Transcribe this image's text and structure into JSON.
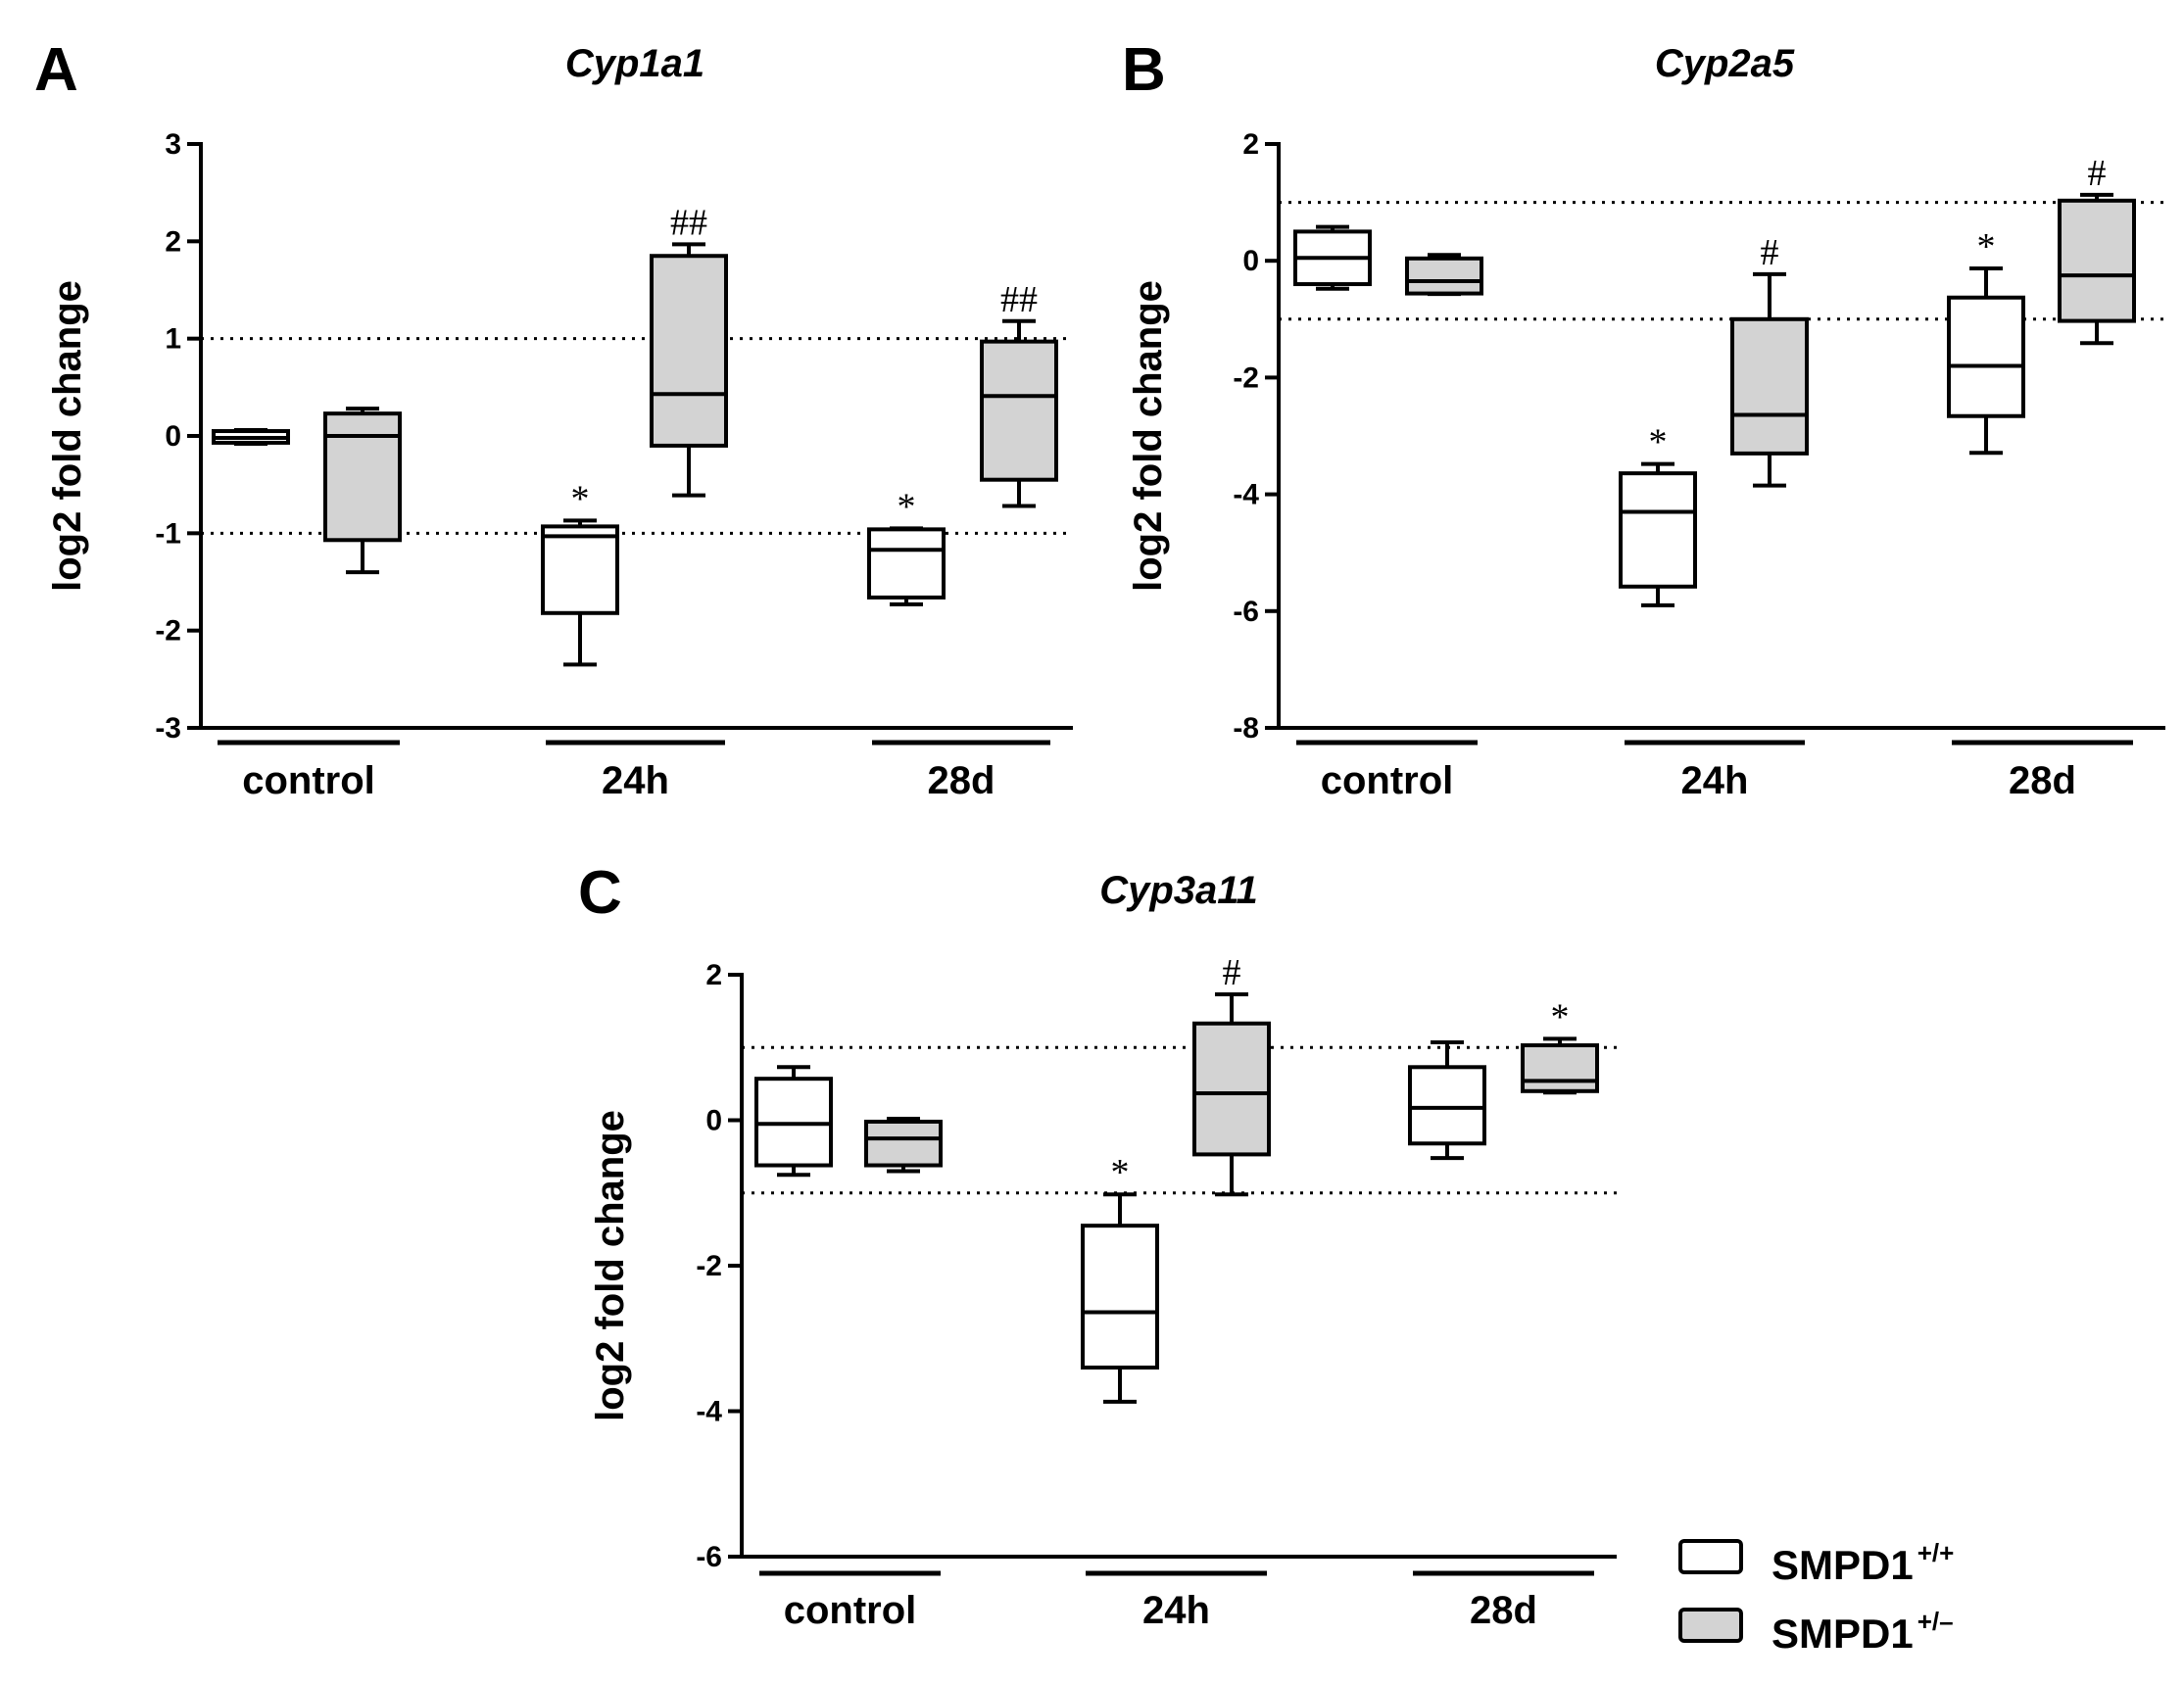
{
  "legend": [
    {
      "label": "SMPD1",
      "superscript": "+/+",
      "fill": "#ffffff"
    },
    {
      "label": "SMPD1",
      "superscript": "+/–",
      "fill": "#d3d3d3"
    }
  ],
  "colors": {
    "wildtype": "#ffffff",
    "heterozygous": "#d3d3d3",
    "stroke": "#000000"
  },
  "chart_data": [
    {
      "panel": "A",
      "type": "box",
      "title": "Cyp1a1",
      "ylabel": "log2 fold change",
      "ylim": [
        -3,
        3
      ],
      "yticks": [
        "-3",
        "-2",
        "-1",
        "0",
        "1",
        "2",
        "3"
      ],
      "reference_lines": [
        1,
        -1
      ],
      "categories": [
        "control",
        "24h",
        "28d"
      ],
      "series": [
        {
          "name": "SMPD1+/+",
          "boxes": [
            {
              "whisker_low": -0.08,
              "q1": -0.07,
              "median": -0.02,
              "q3": 0.05,
              "whisker_high": 0.06,
              "marker": ""
            },
            {
              "whisker_low": -2.35,
              "q1": -1.82,
              "median": -1.03,
              "q3": -0.93,
              "whisker_high": -0.87,
              "marker": "*"
            },
            {
              "whisker_low": -1.73,
              "q1": -1.66,
              "median": -1.17,
              "q3": -0.96,
              "whisker_high": -0.95,
              "marker": "*"
            }
          ]
        },
        {
          "name": "SMPD1+/–",
          "boxes": [
            {
              "whisker_low": -1.4,
              "q1": -1.07,
              "median": 0.0,
              "q3": 0.23,
              "whisker_high": 0.28,
              "marker": ""
            },
            {
              "whisker_low": -0.61,
              "q1": -0.1,
              "median": 0.43,
              "q3": 1.85,
              "whisker_high": 1.97,
              "marker": "##"
            },
            {
              "whisker_low": -0.72,
              "q1": -0.45,
              "median": 0.41,
              "q3": 0.97,
              "whisker_high": 1.18,
              "marker": "##"
            }
          ]
        }
      ]
    },
    {
      "panel": "B",
      "type": "box",
      "title": "Cyp2a5",
      "ylabel": "log2 fold change",
      "ylim": [
        -8,
        2
      ],
      "yticks": [
        "-8",
        "-6",
        "-4",
        "-2",
        "0",
        "2"
      ],
      "reference_lines": [
        1,
        -1
      ],
      "categories": [
        "control",
        "24h",
        "28d"
      ],
      "series": [
        {
          "name": "SMPD1+/+",
          "boxes": [
            {
              "whisker_low": -0.48,
              "q1": -0.4,
              "median": 0.05,
              "q3": 0.5,
              "whisker_high": 0.58,
              "marker": ""
            },
            {
              "whisker_low": -5.9,
              "q1": -5.58,
              "median": -4.3,
              "q3": -3.64,
              "whisker_high": -3.48,
              "marker": "*"
            },
            {
              "whisker_low": -3.29,
              "q1": -2.66,
              "median": -1.8,
              "q3": -0.63,
              "whisker_high": -0.13,
              "marker": "*"
            }
          ]
        },
        {
          "name": "SMPD1+/–",
          "boxes": [
            {
              "whisker_low": -0.57,
              "q1": -0.56,
              "median": -0.35,
              "q3": 0.04,
              "whisker_high": 0.1,
              "marker": ""
            },
            {
              "whisker_low": -3.85,
              "q1": -3.3,
              "median": -2.64,
              "q3": -1.0,
              "whisker_high": -0.23,
              "marker": "#"
            },
            {
              "whisker_low": -1.41,
              "q1": -1.03,
              "median": -0.25,
              "q3": 1.03,
              "whisker_high": 1.13,
              "marker": "#"
            }
          ]
        }
      ]
    },
    {
      "panel": "C",
      "type": "box",
      "title": "Cyp3a11",
      "ylabel": "log2 fold change",
      "ylim": [
        -6,
        2
      ],
      "yticks": [
        "-6",
        "-4",
        "-2",
        "0",
        "2"
      ],
      "reference_lines": [
        1,
        -1
      ],
      "categories": [
        "control",
        "24h",
        "28d"
      ],
      "series": [
        {
          "name": "SMPD1+/+",
          "boxes": [
            {
              "whisker_low": -0.75,
              "q1": -0.62,
              "median": -0.05,
              "q3": 0.57,
              "whisker_high": 0.73,
              "marker": ""
            },
            {
              "whisker_low": -3.87,
              "q1": -3.4,
              "median": -2.64,
              "q3": -1.45,
              "whisker_high": -1.02,
              "marker": "*"
            },
            {
              "whisker_low": -0.52,
              "q1": -0.32,
              "median": 0.17,
              "q3": 0.73,
              "whisker_high": 1.07,
              "marker": ""
            }
          ]
        },
        {
          "name": "SMPD1+/–",
          "boxes": [
            {
              "whisker_low": -0.7,
              "q1": -0.62,
              "median": -0.25,
              "q3": -0.02,
              "whisker_high": 0.02,
              "marker": ""
            },
            {
              "whisker_low": -1.02,
              "q1": -0.47,
              "median": 0.37,
              "q3": 1.33,
              "whisker_high": 1.73,
              "marker": "#"
            },
            {
              "whisker_low": 0.38,
              "q1": 0.4,
              "median": 0.54,
              "q3": 1.03,
              "whisker_high": 1.12,
              "marker": "*"
            }
          ]
        }
      ]
    }
  ]
}
